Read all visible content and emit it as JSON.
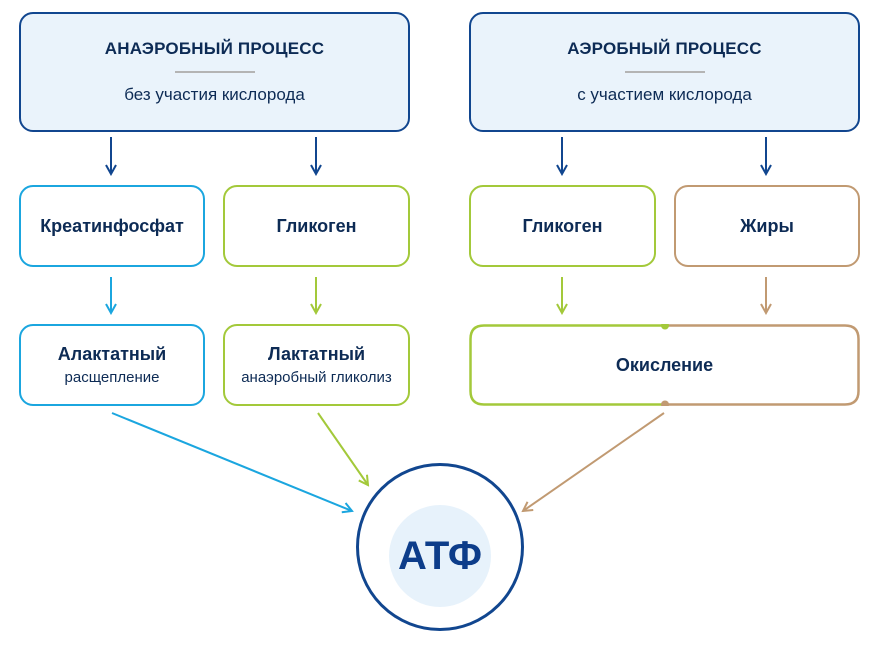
{
  "anaerobic": {
    "title": "АНАЭРОБНЫЙ ПРОЦЕСС",
    "subtitle": "без участия кислорода",
    "creatine": "Креатинфосфат",
    "glycogen": "Гликоген",
    "alactic_title": "Алактатный",
    "alactic_sub": "расщепление",
    "lactic_title": "Лактатный",
    "lactic_sub": "анаэробный гликолиз"
  },
  "aerobic": {
    "title": "АЭРОБНЫЙ ПРОЦЕСС",
    "subtitle": "с участием кислорода",
    "glycogen": "Гликоген",
    "fats": "Жиры",
    "oxidation": "Окисление"
  },
  "atp": "АТФ",
  "colors": {
    "navy": "#11468f",
    "cyan": "#1ba6df",
    "green": "#a3c93a",
    "brown": "#c19a72",
    "text": "#0d2b55"
  }
}
